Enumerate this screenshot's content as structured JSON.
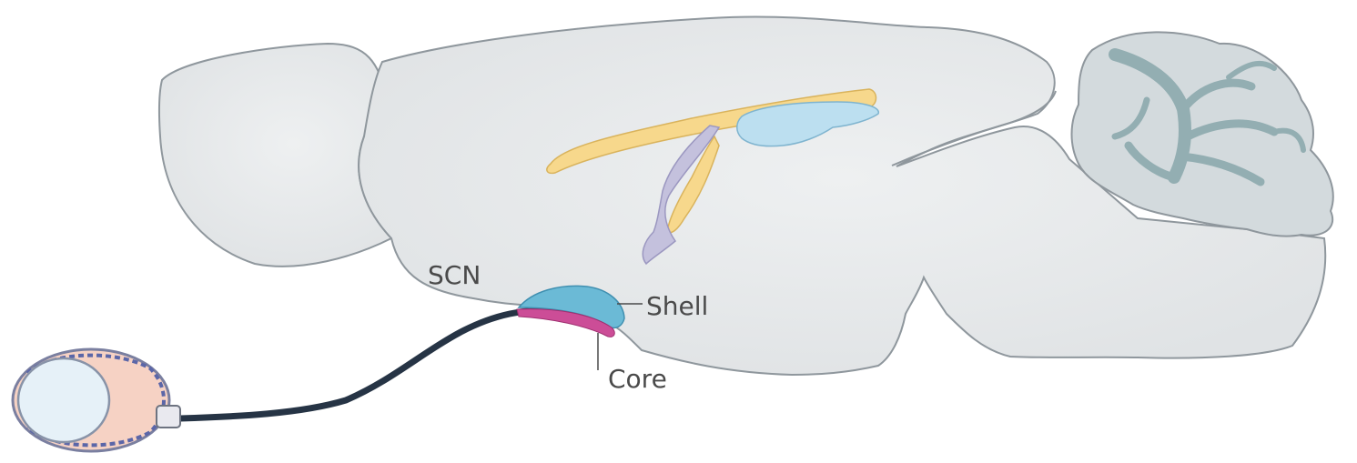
{
  "labels": {
    "scn": "SCN",
    "shell": "Shell",
    "core": "Core"
  },
  "colors": {
    "brain_fill": "#e5e7e9",
    "brain_stroke": "#8f979d",
    "cerebellum_fill": "#d3dadd",
    "cerebellum_branches": "#93aeb2",
    "yellow_tract": "#f7d88c",
    "blue_structure": "#bcdff0",
    "purple_structure": "#c4c1dd",
    "shell_color": "#6bbad6",
    "core_color": "#cc4d97",
    "optic_nerve": "#263445",
    "eye_fill": "#f6d2c4",
    "lens_fill": "#e6f1f8"
  }
}
